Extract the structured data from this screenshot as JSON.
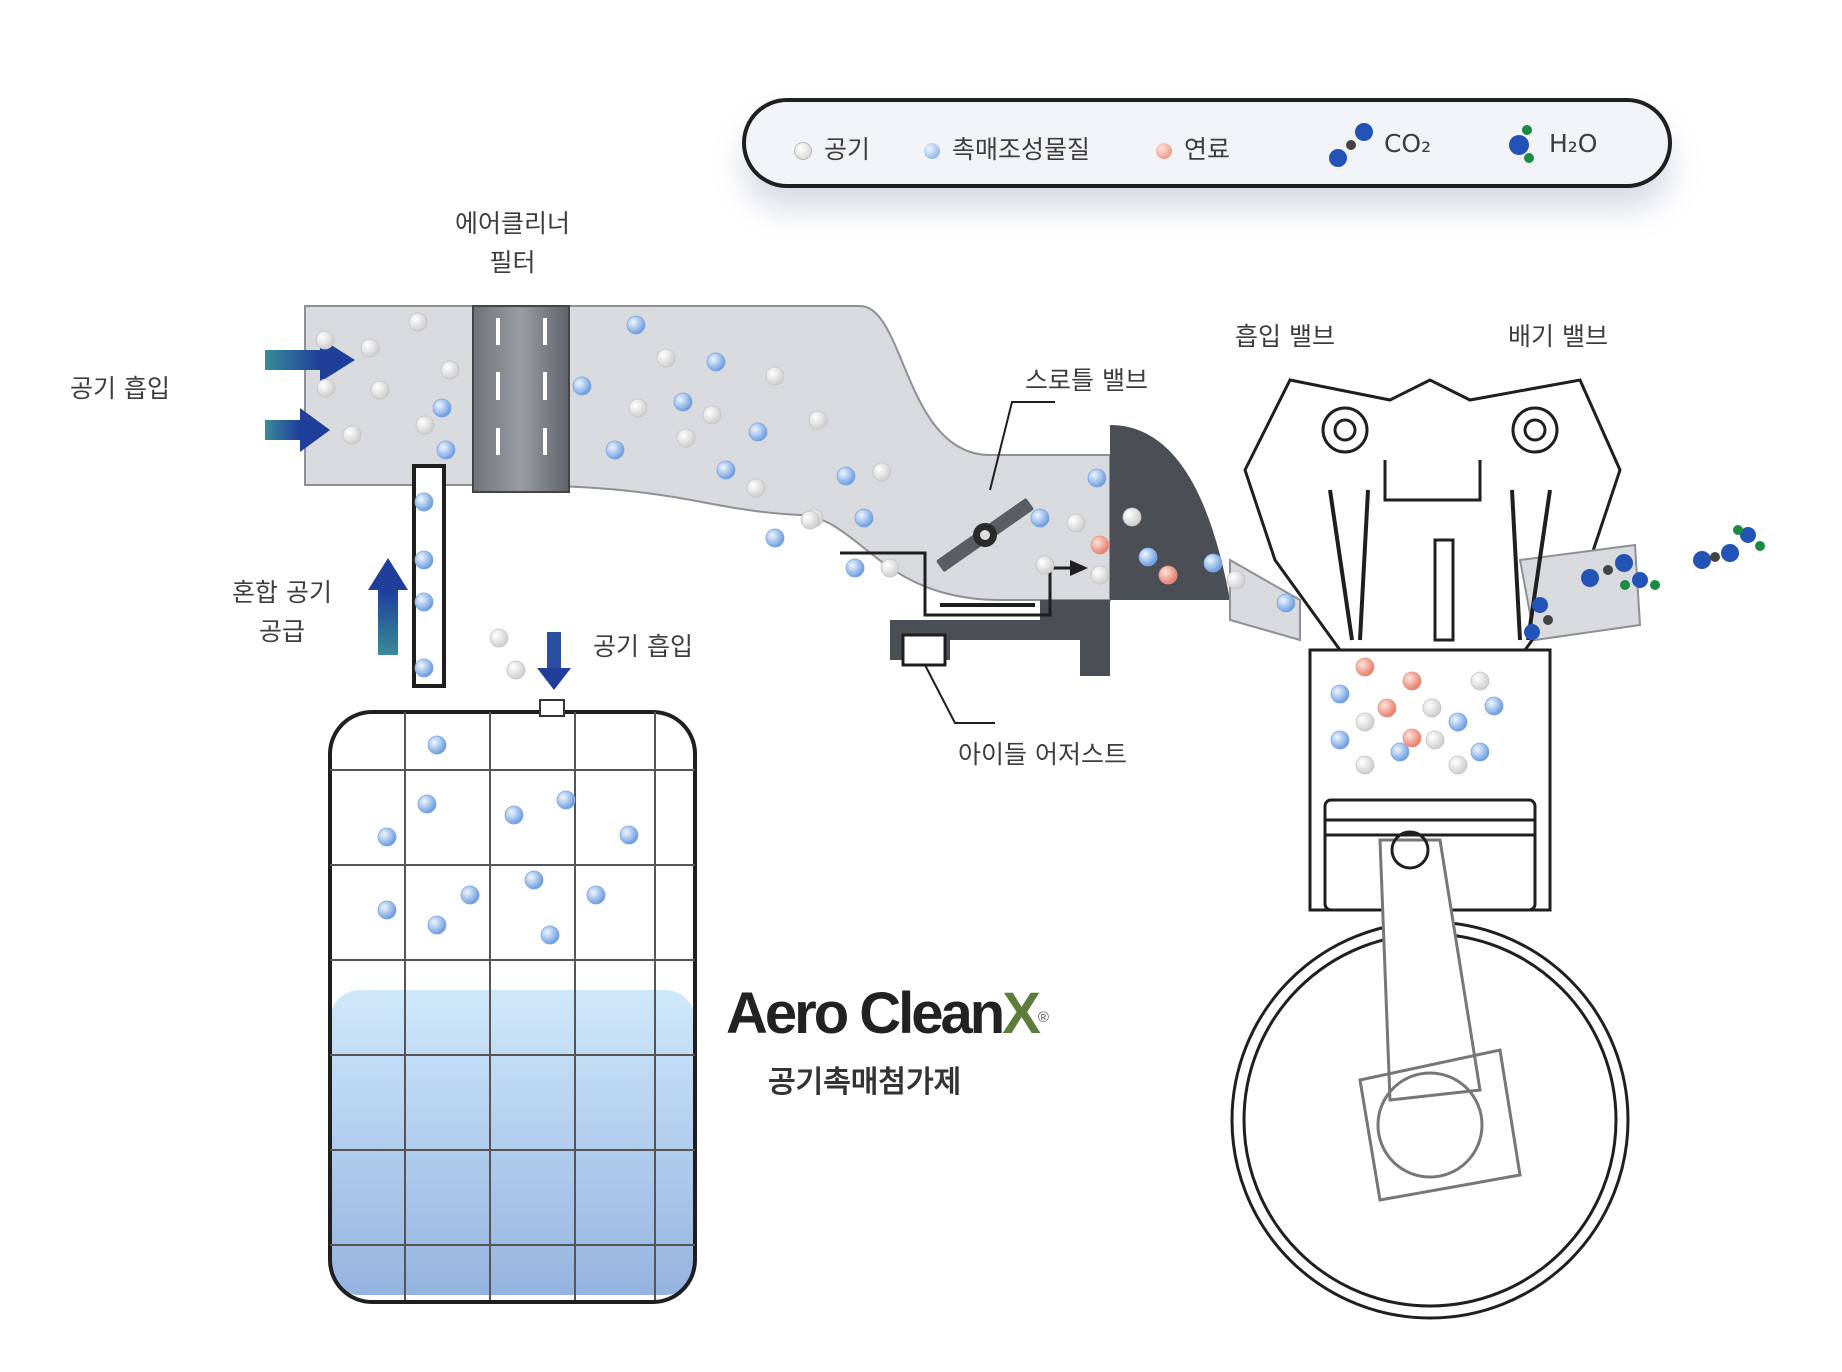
{
  "legend": {
    "air": "공기",
    "catalyst": "촉매조성물질",
    "fuel": "연료",
    "co2": "CO₂",
    "h2o": "H₂O"
  },
  "labels": {
    "air_intake": "공기 흡입",
    "air_cleaner_line1": "에어클리너",
    "air_cleaner_line2": "필터",
    "mixed_supply_line1": "혼합 공기",
    "mixed_supply_line2": "공급",
    "tank_air_intake": "공기 흡입",
    "throttle_valve": "스로틀 밸브",
    "idle_adjust": "아이들 어저스트",
    "intake_valve": "흡입 밸브",
    "exhaust_valve": "배기 밸브"
  },
  "brand": {
    "name_main": "Aero Clean",
    "name_x": "X",
    "registered": "®",
    "subtitle": "공기촉매첨가제"
  },
  "colors": {
    "air": "#e3e3e3",
    "catalyst": "#9ec3ee",
    "fuel": "#f2a898",
    "arrow": "#1f4fa0",
    "brand_x": "#5d7d3c"
  }
}
